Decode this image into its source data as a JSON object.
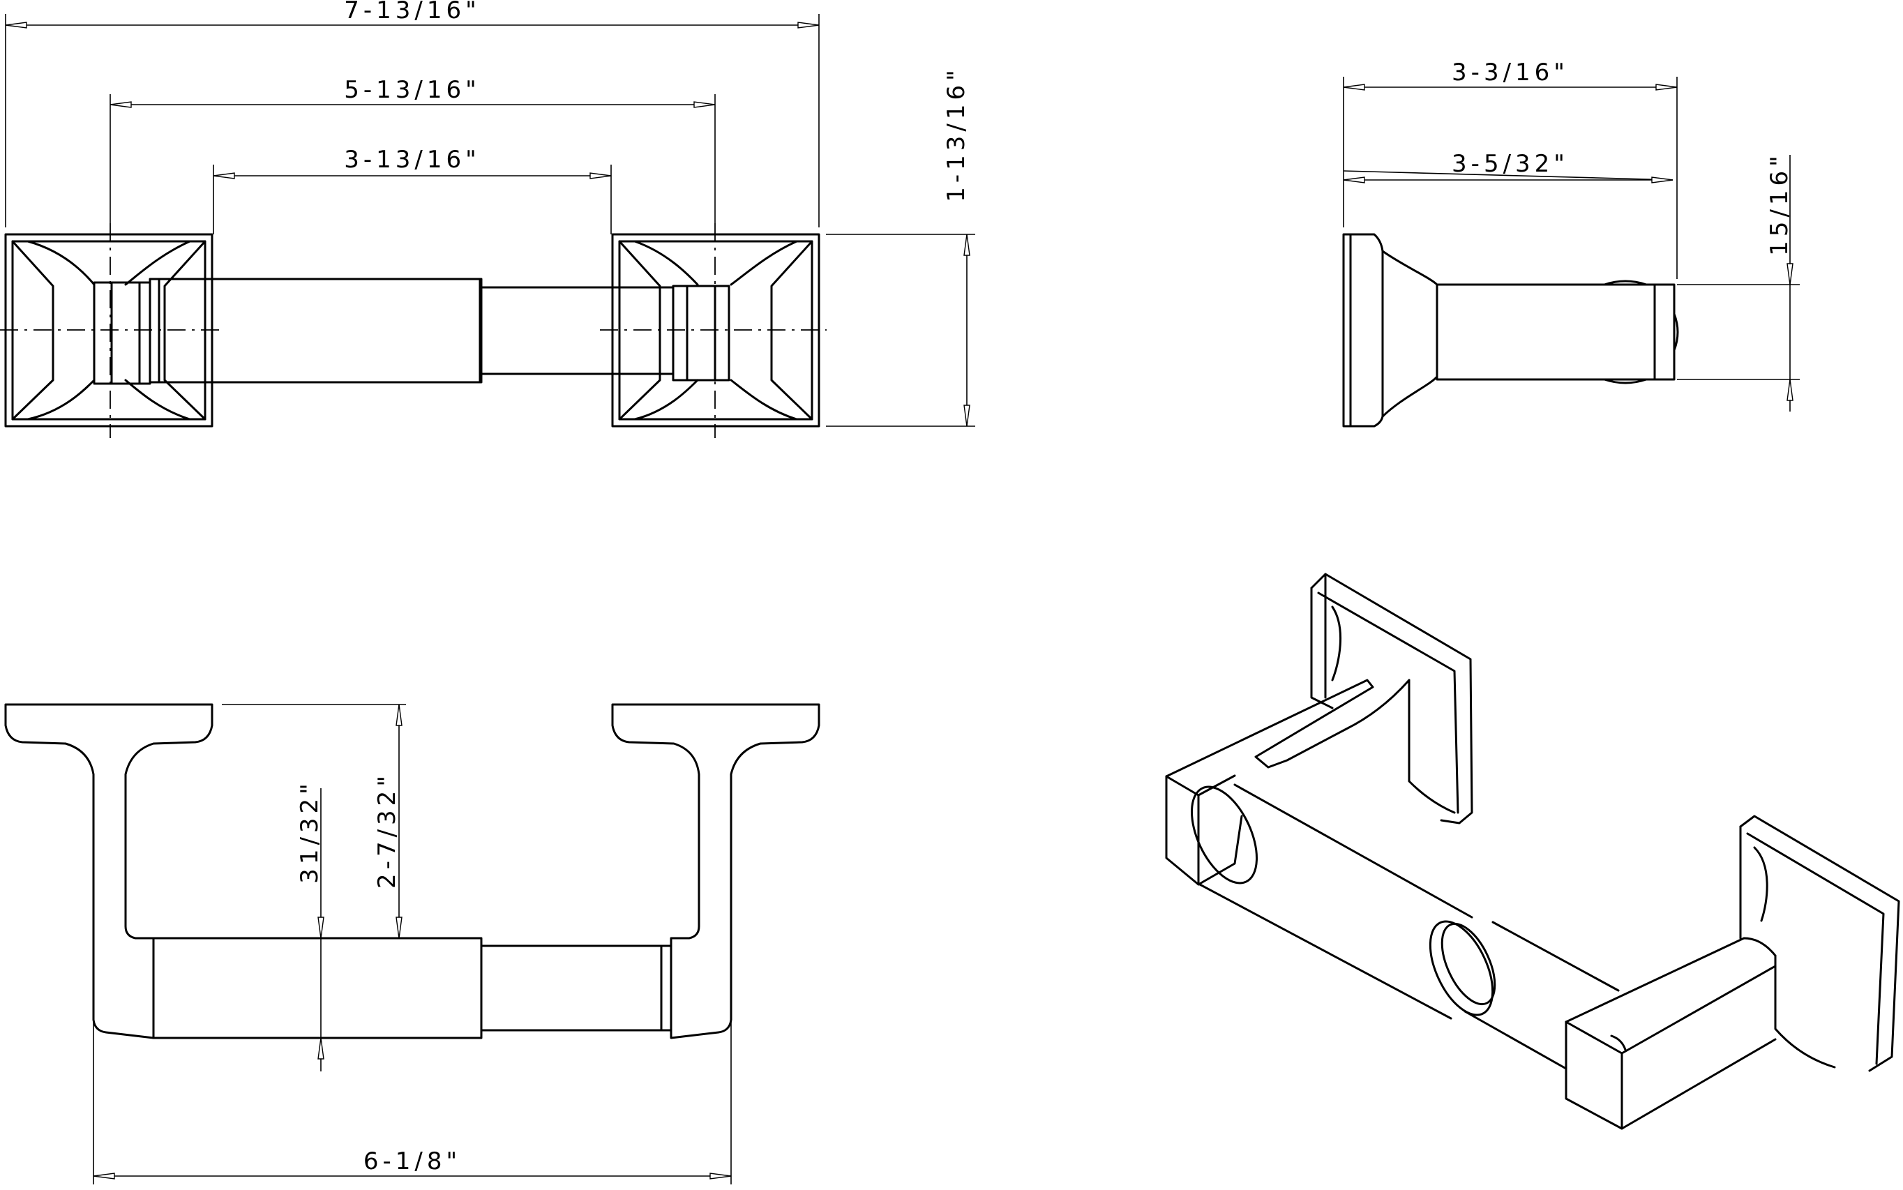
{
  "dimensions": {
    "overall_length": "7-13/16\"",
    "center_to_center": "5-13/16\"",
    "inner_span": "3-13/16\"",
    "rosette_height": "1-13/16\"",
    "side_projection_total": "3-3/16\"",
    "side_projection_roller": "3-5/32\"",
    "roller_diameter": "15/16\"",
    "bottom_width": "6-1/8\"",
    "roller_to_wall": "31/32\"",
    "rosette_to_roller": "2-7/32\""
  }
}
